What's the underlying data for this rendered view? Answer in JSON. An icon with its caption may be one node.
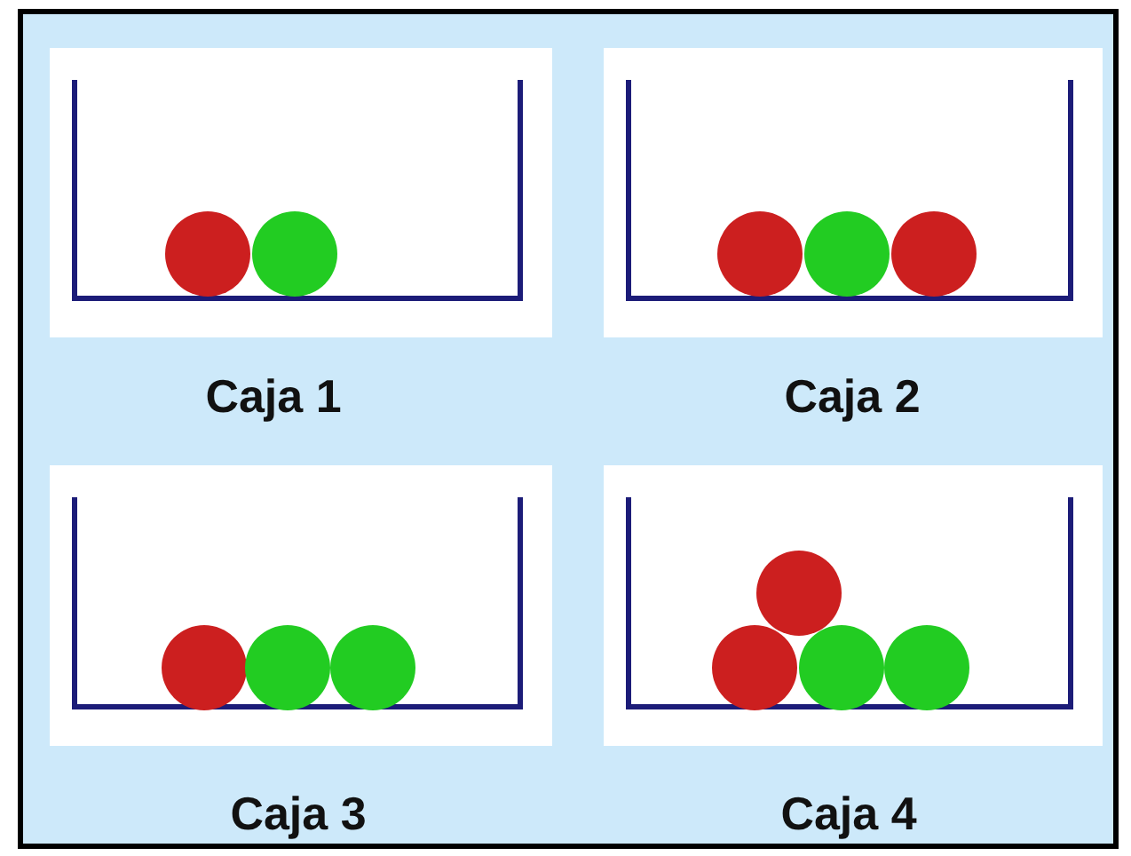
{
  "diagram": {
    "labels": [
      "Caja 1",
      "Caja 2",
      "Caja 3",
      "Caja 4"
    ]
  }
}
